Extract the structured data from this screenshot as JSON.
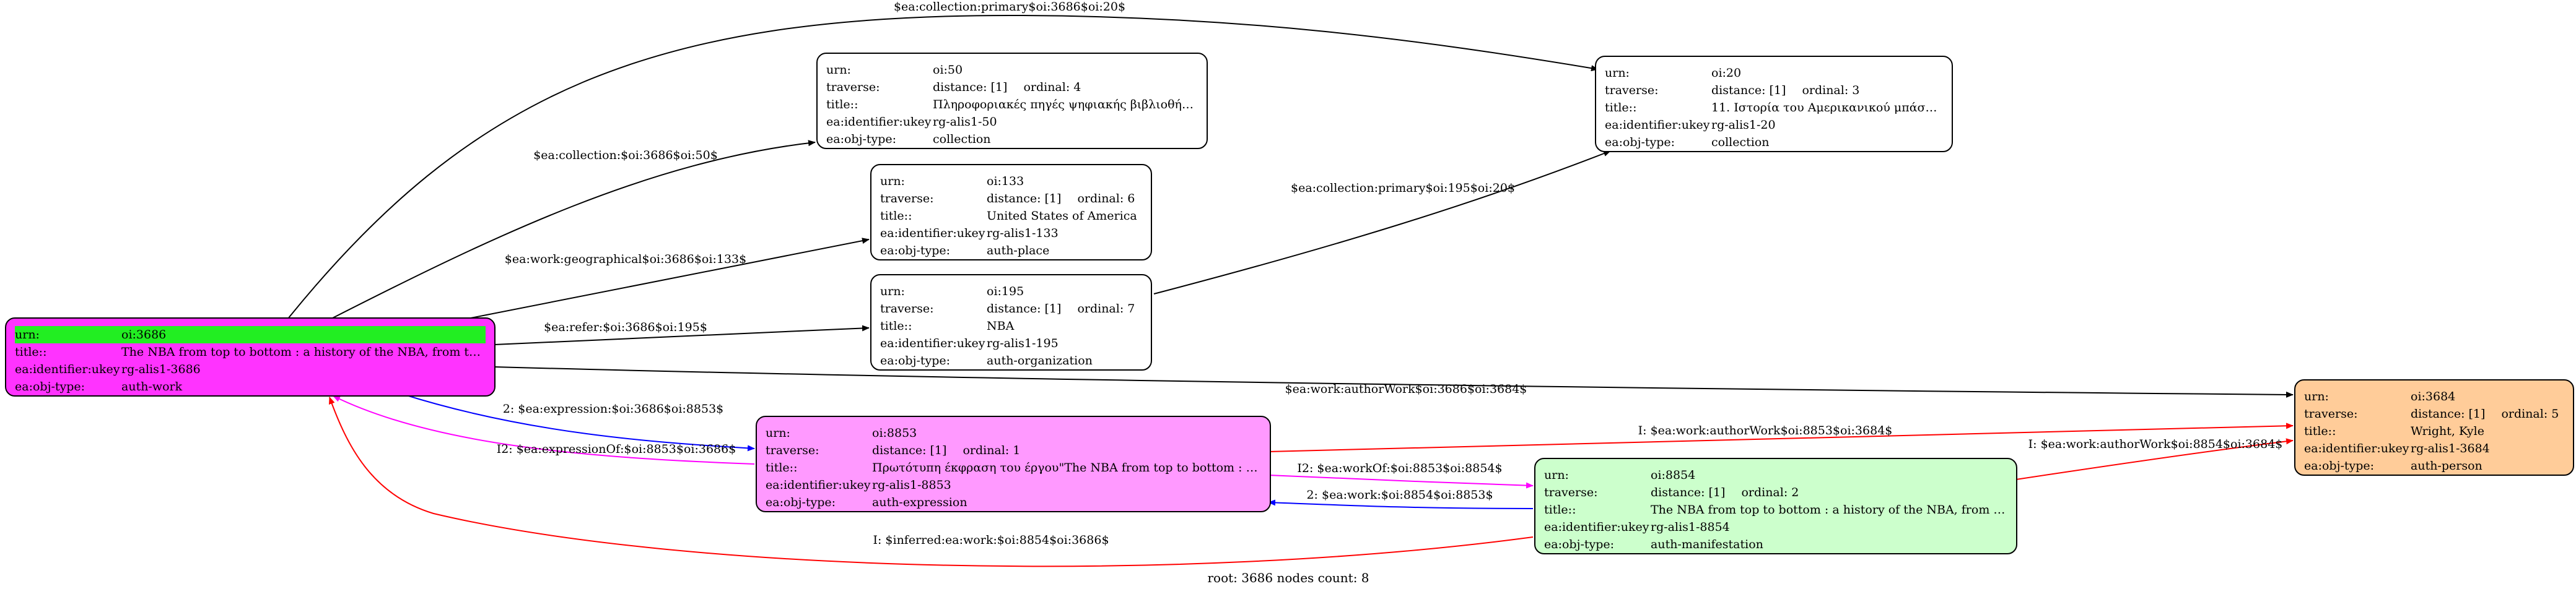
{
  "nodes": {
    "n3686": {
      "urn_label": "urn:",
      "urn": "oi:3686",
      "title_label": "title::",
      "title": "The NBA from top to bottom : a history of the NBA, from th...",
      "ukey_label": "ea:identifier:ukey",
      "ukey": "rg-alis1-3686",
      "type_label": "ea:obj-type:",
      "type": "auth-work",
      "fill": "#ff33ff"
    },
    "n50": {
      "urn_label": "urn:",
      "urn": "oi:50",
      "traverse_label": "traverse:",
      "distance": "distance: [1]",
      "ordinal": "ordinal: 4",
      "title_label": "title::",
      "title": "Πληροφοριακές πηγές ψηφιακής βιβλιοθήκης",
      "ukey_label": "ea:identifier:ukey",
      "ukey": "rg-alis1-50",
      "type_label": "ea:obj-type:",
      "type": "collection",
      "fill": "#ffffff"
    },
    "n20": {
      "urn_label": "urn:",
      "urn": "oi:20",
      "traverse_label": "traverse:",
      "distance": "distance: [1]",
      "ordinal": "ordinal: 3",
      "title_label": "title::",
      "title": "11. Ιστορία του Αμερικανικού μπάσκετ",
      "ukey_label": "ea:identifier:ukey",
      "ukey": "rg-alis1-20",
      "type_label": "ea:obj-type:",
      "type": "collection",
      "fill": "#ffffff"
    },
    "n133": {
      "urn_label": "urn:",
      "urn": "oi:133",
      "traverse_label": "traverse:",
      "distance": "distance: [1]",
      "ordinal": "ordinal: 6",
      "title_label": "title::",
      "title": "United States of America",
      "ukey_label": "ea:identifier:ukey",
      "ukey": "rg-alis1-133",
      "type_label": "ea:obj-type:",
      "type": "auth-place",
      "fill": "#ffffff"
    },
    "n195": {
      "urn_label": "urn:",
      "urn": "oi:195",
      "traverse_label": "traverse:",
      "distance": "distance: [1]",
      "ordinal": "ordinal: 7",
      "title_label": "title::",
      "title": "NBA",
      "ukey_label": "ea:identifier:ukey",
      "ukey": "rg-alis1-195",
      "type_label": "ea:obj-type:",
      "type": "auth-organization",
      "fill": "#ffffff"
    },
    "n8853": {
      "urn_label": "urn:",
      "urn": "oi:8853",
      "traverse_label": "traverse:",
      "distance": "distance: [1]",
      "ordinal": "ordinal: 1",
      "title_label": "title::",
      "title": "Πρωτότυπη έκφραση του έργου\"The NBA from top to bottom : a...",
      "ukey_label": "ea:identifier:ukey",
      "ukey": "rg-alis1-8853",
      "type_label": "ea:obj-type:",
      "type": "auth-expression",
      "fill": "#ff99ff"
    },
    "n8854": {
      "urn_label": "urn:",
      "urn": "oi:8854",
      "traverse_label": "traverse:",
      "distance": "distance: [1]",
      "ordinal": "ordinal: 2",
      "title_label": "title::",
      "title": "The NBA from top to bottom : a history of the NBA, from th...",
      "ukey_label": "ea:identifier:ukey",
      "ukey": "rg-alis1-8854",
      "type_label": "ea:obj-type:",
      "type": "auth-manifestation",
      "fill": "#ccffcc"
    },
    "n3684": {
      "urn_label": "urn:",
      "urn": "oi:3684",
      "traverse_label": "traverse:",
      "distance": "distance: [1]",
      "ordinal": "ordinal: 5",
      "title_label": "title::",
      "title": "Wright, Kyle",
      "ukey_label": "ea:identifier:ukey",
      "ukey": "rg-alis1-3684",
      "type_label": "ea:obj-type:",
      "type": "auth-person",
      "fill": "#ffcc99"
    }
  },
  "edges": [
    {
      "id": "e20",
      "label": "$ea:collection:primary$oi:3686$oi:20$",
      "color": "#000000"
    },
    {
      "id": "e50",
      "label": "$ea:collection:$oi:3686$oi:50$",
      "color": "#000000"
    },
    {
      "id": "e133",
      "label": "$ea:work:geographical$oi:3686$oi:133$",
      "color": "#000000"
    },
    {
      "id": "e195",
      "label": "$ea:refer:$oi:3686$oi:195$",
      "color": "#000000"
    },
    {
      "id": "e195b",
      "label": "$ea:collection:primary$oi:195$oi:20$",
      "color": "#000000"
    },
    {
      "id": "eauth",
      "label": "$ea:work:authorWork$oi:3686$oi:3684$",
      "color": "#000000"
    },
    {
      "id": "eexp",
      "label": "2: $ea:expression:$oi:3686$oi:8853$",
      "color": "#0000ff"
    },
    {
      "id": "eexpof",
      "label": "I2: $ea:expressionOf:$oi:8853$oi:3686$",
      "color": "#ff00ff"
    },
    {
      "id": "ewo",
      "label": "I2: $ea:workOf:$oi:8853$oi:8854$",
      "color": "#ff00ff"
    },
    {
      "id": "ework",
      "label": "2: $ea:work:$oi:8854$oi:8853$",
      "color": "#0000ff"
    },
    {
      "id": "eaw1",
      "label": "I: $ea:work:authorWork$oi:8853$oi:3684$",
      "color": "#ff0000"
    },
    {
      "id": "eaw2",
      "label": "I: $ea:work:authorWork$oi:8854$oi:3684$",
      "color": "#ff0000"
    },
    {
      "id": "einf",
      "label": "I: $inferred:ea:work:$oi:8854$oi:3686$",
      "color": "#ff0000"
    }
  ],
  "footer": "root: 3686 nodes count: 8"
}
